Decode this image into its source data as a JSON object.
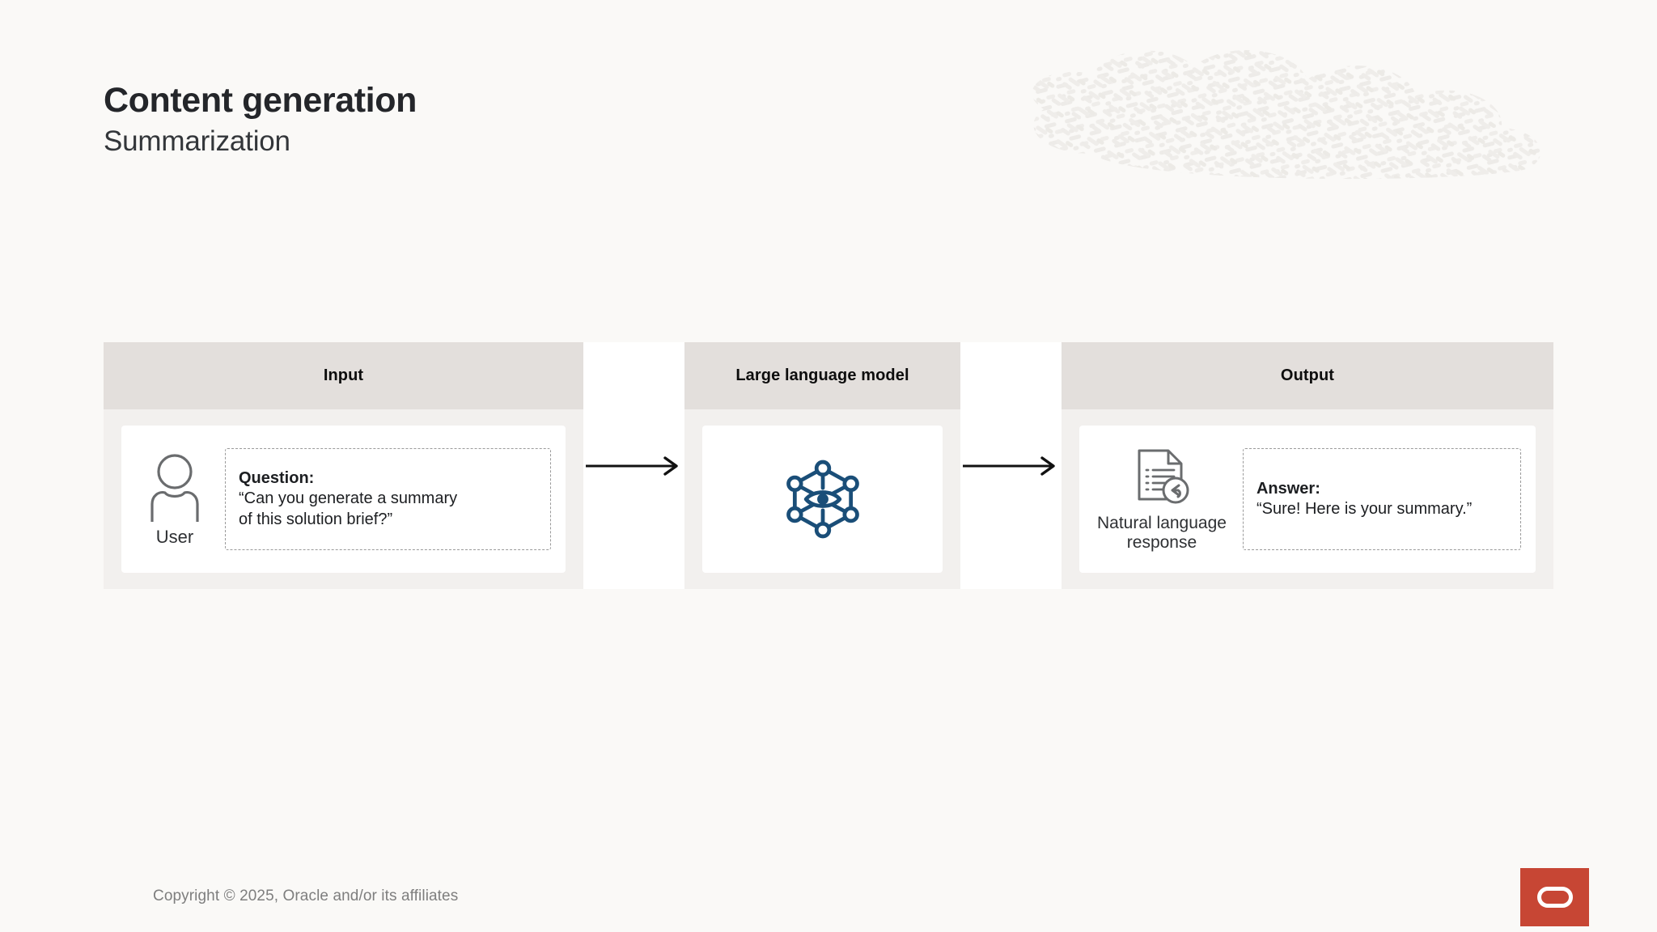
{
  "slide": {
    "title": "Content generation",
    "subtitle": "Summarization",
    "background_color": "#FAF9F7"
  },
  "diagram": {
    "panels": [
      {
        "id": "input",
        "header": "Input",
        "actor_icon": "user-icon",
        "actor_label": "User",
        "bubble_label": "Question:",
        "bubble_text": "“Can you generate a summary\nof this solution brief?”"
      },
      {
        "id": "large-language-model",
        "header": "Large language model",
        "model_icon": "neural-network-eye-icon",
        "accent_color": "#1A4E78"
      },
      {
        "id": "output",
        "header": "Output",
        "actor_icon": "document-reply-icon",
        "actor_label": "Natural language\nresponse",
        "bubble_label": "Answer:",
        "bubble_text": "“Sure! Here is your summary.”"
      }
    ],
    "connectors": [
      {
        "id": "input-to-llm",
        "icon": "arrow-right-icon"
      },
      {
        "id": "llm-to-output",
        "icon": "arrow-right-icon"
      }
    ],
    "header_bg_color": "#E3DFDC",
    "panel_bg_color": "#F2F0EE"
  },
  "footer": {
    "copyright": "Copyright © 2025, Oracle and/or its affiliates",
    "logo_name": "oracle-logo",
    "logo_color": "#C74634"
  }
}
